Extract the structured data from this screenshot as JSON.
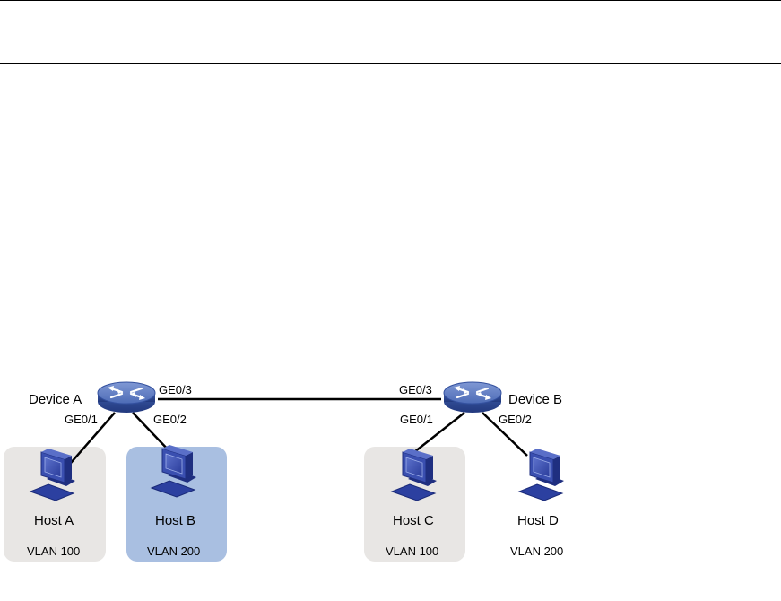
{
  "devices": [
    {
      "name": "Device A",
      "ports": {
        "uplink": "GE0/3",
        "left": "GE0/1",
        "right": "GE0/2"
      }
    },
    {
      "name": "Device B",
      "ports": {
        "uplink": "GE0/3",
        "left": "GE0/1",
        "right": "GE0/2"
      }
    }
  ],
  "hosts": [
    {
      "name": "Host A",
      "vlan": "VLAN 100",
      "zone": "vlan100"
    },
    {
      "name": "Host B",
      "vlan": "VLAN 200",
      "zone": "vlan200"
    },
    {
      "name": "Host C",
      "vlan": "VLAN 100",
      "zone": "vlan100"
    },
    {
      "name": "Host D",
      "vlan": "VLAN 200",
      "zone": "none"
    }
  ],
  "colors": {
    "vlan100_bg": "#e8e6e4",
    "vlan200_bg": "#a9bfe1",
    "router_top": "#5a78be",
    "router_side": "#2f4a94",
    "pc_body": "#3a4fb0",
    "pc_dark": "#1f2f80",
    "link": "#000000"
  }
}
